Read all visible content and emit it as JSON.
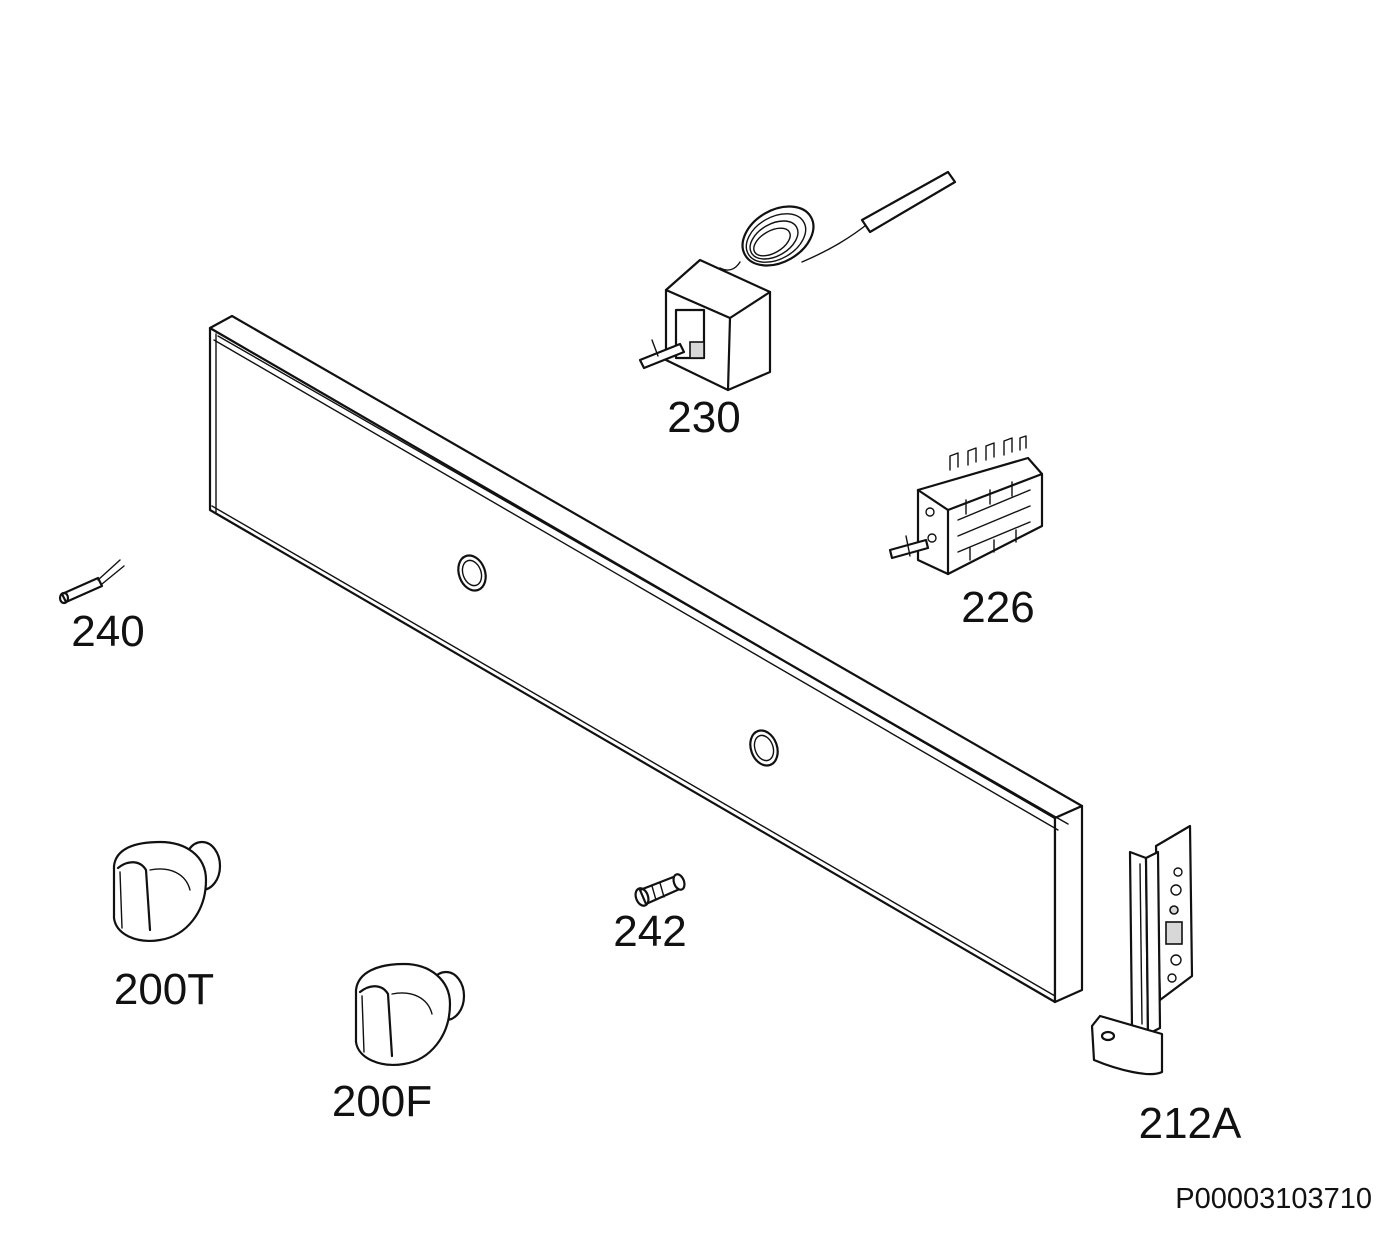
{
  "diagram": {
    "parts": [
      {
        "id": "p230",
        "label": "230",
        "icon": "thermostat-icon"
      },
      {
        "id": "p226",
        "label": "226",
        "icon": "selector-switch-icon"
      },
      {
        "id": "p240",
        "label": "240",
        "icon": "lamp-pin-icon"
      },
      {
        "id": "p242",
        "label": "242",
        "icon": "screw-icon"
      },
      {
        "id": "p200T",
        "label": "200T",
        "icon": "control-knob-icon"
      },
      {
        "id": "p200F",
        "label": "200F",
        "icon": "control-knob-icon"
      },
      {
        "id": "p212A",
        "label": "212A",
        "icon": "bracket-icon"
      }
    ],
    "panel_icon": "control-panel-icon",
    "document_id": "P00003103710",
    "line_color": "#111111",
    "background_color": "#ffffff"
  }
}
